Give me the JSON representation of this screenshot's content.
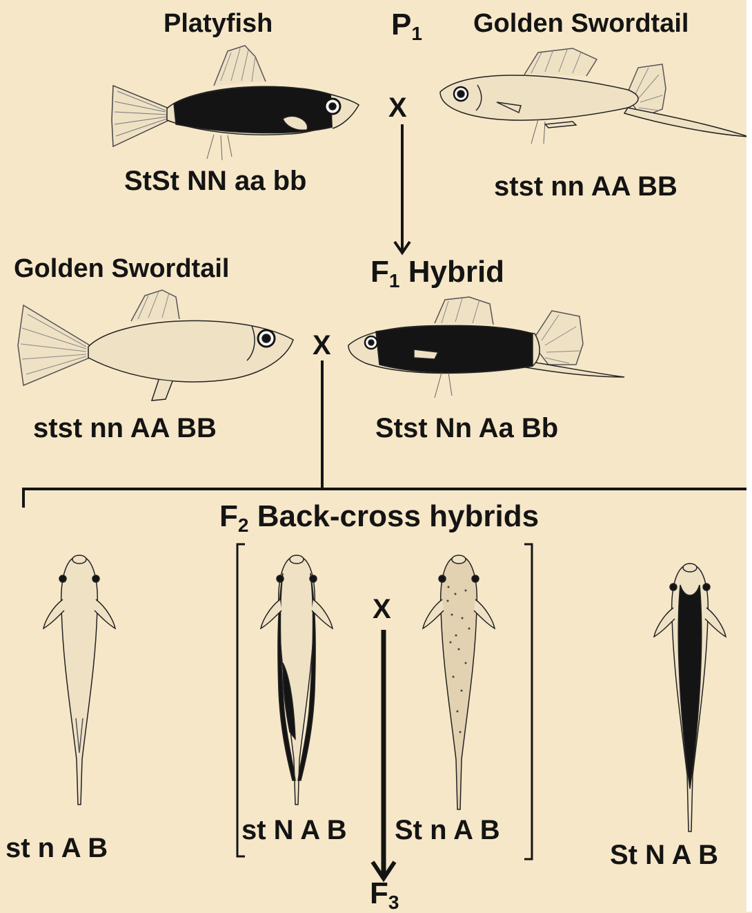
{
  "p1": {
    "generation_label": "P",
    "generation_sub": "1",
    "left_species": "Platyfish",
    "right_species": "Golden Swordtail",
    "cross": "X",
    "left_genotype": "StSt NN aa bb",
    "right_genotype": "stst nn AA BB"
  },
  "f1": {
    "left_species": "Golden Swordtail",
    "generation_label": "F",
    "generation_sub": "1",
    "generation_text": "Hybrid",
    "cross": "X",
    "left_genotype": "stst nn AA BB",
    "right_genotype": "Stst Nn Aa Bb"
  },
  "f2": {
    "generation_label": "F",
    "generation_sub": "2",
    "generation_text": "Back-cross hybrids",
    "cross": "X",
    "offspring": [
      {
        "genotype": "st n A B"
      },
      {
        "genotype": "st N A B"
      },
      {
        "genotype": "St n A B"
      },
      {
        "genotype": "St N A B"
      }
    ]
  },
  "f3": {
    "generation_label": "F",
    "generation_sub": "3"
  }
}
